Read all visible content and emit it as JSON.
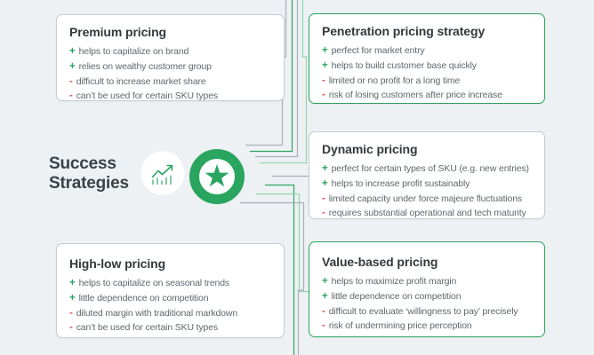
{
  "page": {
    "background": "#eef1f4"
  },
  "colors": {
    "accent_green": "#2aa55f",
    "light_green": "#90d8b0",
    "negative_red": "#e2534f",
    "connector_gray": "#a9b0b5",
    "box_border_gray": "#c6cbcf",
    "title_text": "#33393e",
    "item_text": "#5f686e"
  },
  "center": {
    "title_line1": "Success",
    "title_line2": "Strategies",
    "icons": [
      "growth-chart-icon",
      "star-badge-icon"
    ]
  },
  "strategies": [
    {
      "id": "premium",
      "title": "Premium pricing",
      "border": "gray",
      "items": [
        {
          "sign": "+",
          "text": "helps to capitalize on brand"
        },
        {
          "sign": "+",
          "text": "relies on wealthy customer group"
        },
        {
          "sign": "-",
          "text": "difficult to increase market share"
        },
        {
          "sign": "-",
          "text": "can’t be used for certain SKU types"
        }
      ]
    },
    {
      "id": "penetration",
      "title": "Penetration pricing strategy",
      "border": "green",
      "items": [
        {
          "sign": "+",
          "text": "perfect for market entry"
        },
        {
          "sign": "+",
          "text": "helps to build customer base quickly"
        },
        {
          "sign": "-",
          "text": "limited or no profit for a long time"
        },
        {
          "sign": "-",
          "text": "risk of losing customers after price increase"
        }
      ]
    },
    {
      "id": "dynamic",
      "title": "Dynamic pricing",
      "border": "gray",
      "items": [
        {
          "sign": "+",
          "text": "perfect for certain types of SKU (e.g. new entries)"
        },
        {
          "sign": "+",
          "text": "helps to increase profit sustainably"
        },
        {
          "sign": "-",
          "text": "limited capacity under force majeure fluctuations"
        },
        {
          "sign": "-",
          "text": "requires substantial operational and tech maturity"
        }
      ]
    },
    {
      "id": "high_low",
      "title": "High-low pricing",
      "border": "gray",
      "items": [
        {
          "sign": "+",
          "text": "helps to capitalize on seasonal trends"
        },
        {
          "sign": "+",
          "text": "little dependence on competition"
        },
        {
          "sign": "-",
          "text": "diluted margin with traditional markdown"
        },
        {
          "sign": "-",
          "text": "can’t be used for certain SKU types"
        }
      ]
    },
    {
      "id": "value_based",
      "title": "Value-based pricing",
      "border": "green",
      "items": [
        {
          "sign": "+",
          "text": "helps to maximize profit margin"
        },
        {
          "sign": "+",
          "text": "little dependence on competition"
        },
        {
          "sign": "-",
          "text": "difficult to evaluate ‘willingness to pay’ precisely"
        },
        {
          "sign": "-",
          "text": "risk of undermining price perception"
        }
      ]
    }
  ]
}
